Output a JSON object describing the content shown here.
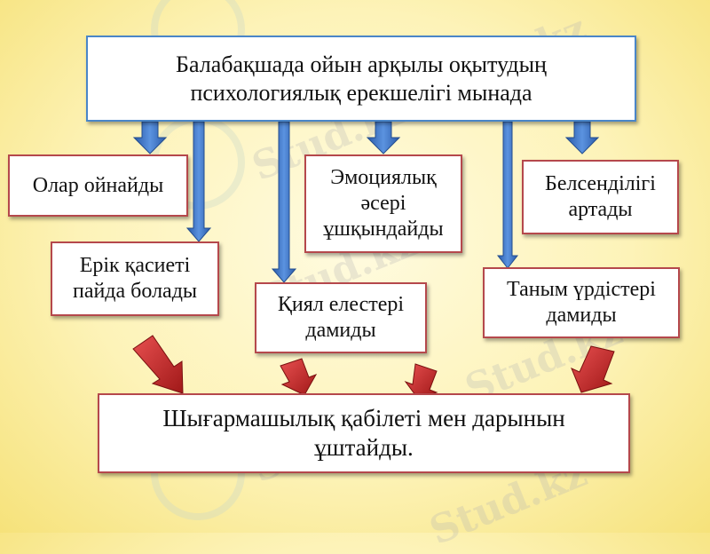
{
  "watermark": "Stud.kz",
  "title": "Балабақшада ойын арқылы оқытудың психологиялық ерекшелігі мынада",
  "items": [
    "Олар ойнайды",
    "Ерік қасиеті пайда болады",
    "Қиял елестері дамиды",
    "Эмоциялық әсері ұшқындайды",
    "Таным үрдістері дамиды",
    "Белсенділігі артады"
  ],
  "conclusion": "Шығармашылық қабілеті мен дарынын ұштайды.",
  "colors": {
    "blue_arrow": "#3a6fc4",
    "red_arrow": "#cf2a2a",
    "top_border": "#4a86c8",
    "box_border": "#b5484c"
  }
}
